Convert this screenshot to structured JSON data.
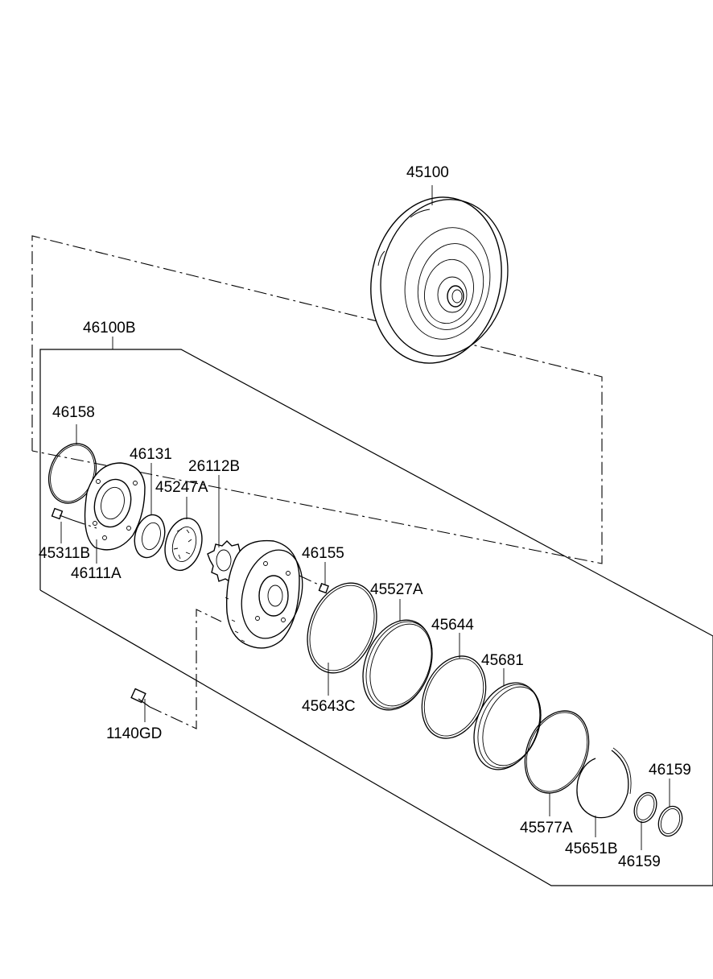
{
  "labels": {
    "p45100": "45100",
    "p46100B": "46100B",
    "p46158": "46158",
    "p46131": "46131",
    "p26112B": "26112B",
    "p45247A": "45247A",
    "p45311B": "45311B",
    "p46111A": "46111A",
    "p46155": "46155",
    "p45527A": "45527A",
    "p45644": "45644",
    "p45681": "45681",
    "p45643C": "45643C",
    "p1140GD": "1140GD",
    "p46159_top": "46159",
    "p45577A": "45577A",
    "p45651B": "45651B",
    "p46159_bottom": "46159"
  }
}
